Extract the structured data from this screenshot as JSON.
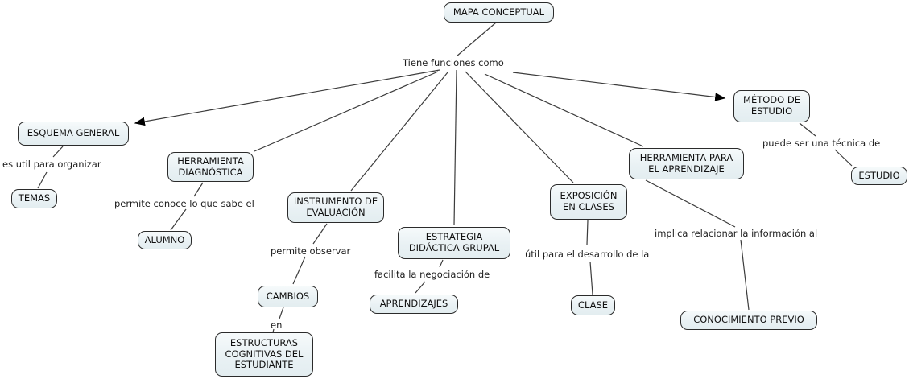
{
  "diagram": {
    "type": "concept-map",
    "background_color": "#ffffff",
    "node_fill_color": "#e9f1f4",
    "node_border_color": "#2b2b2b",
    "line_color": "#3c3c3c",
    "arrowhead_color": "#000000",
    "text_color": "#111111",
    "nodes": {
      "mapa_conceptual": "MAPA CONCEPTUAL",
      "esquema_general": "ESQUEMA GENERAL",
      "temas": "TEMAS",
      "herramienta_diagnostica": "HERRAMIENTA DIAGNÓSTICA",
      "alumno": "ALUMNO",
      "instrumento_de_evaluacion": "INSTRUMENTO DE EVALUACIÓN",
      "cambios": "CAMBIOS",
      "estructuras_cognitivas": "ESTRUCTURAS COGNITIVAS DEL ESTUDIANTE",
      "estrategia_didactica": "ESTRATEGIA DIDÁCTICA GRUPAL",
      "aprendizajes": "APRENDIZAJES",
      "exposicion_en_clases": "EXPOSICIÓN EN CLASES",
      "clase": "CLASE",
      "herramienta_aprendizaje": "HERRAMIENTA PARA EL APRENDIZAJE",
      "conocimiento_previo": "CONOCIMIENTO PREVIO",
      "metodo_de_estudio": "MÉTODO DE ESTUDIO",
      "estudio": "ESTUDIO"
    },
    "phrases": {
      "tiene_funciones": "Tiene funciones como",
      "es_util": "es util para organizar",
      "permite_conoce": "permite conoce lo que sabe el",
      "permite_observar": "permite observar",
      "en": "en",
      "facilita": "facilita la negociación de",
      "util_desarrollo": "útil para el desarrollo de la",
      "implica": "implica relacionar la información al",
      "puede_ser": "puede ser una técnica de"
    }
  }
}
